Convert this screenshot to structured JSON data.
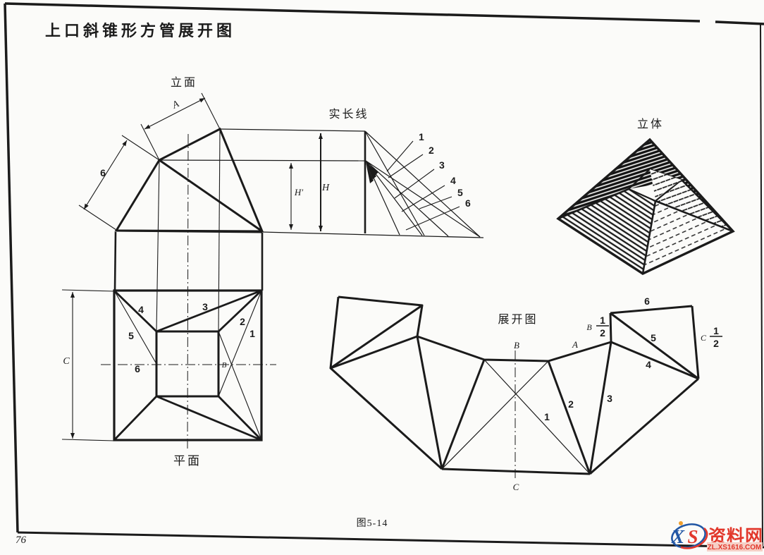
{
  "page": {
    "title": "上口斜锥形方管展开图",
    "page_number": "76",
    "figure_caption": "图5-14"
  },
  "front_view": {
    "label": "立面",
    "dim_top_edge": "A",
    "dim_left_edge": "6",
    "dim_h_prime": "H′",
    "dim_h": "H"
  },
  "true_length": {
    "label": "实长线",
    "numbers": [
      "1",
      "2",
      "3",
      "4",
      "5",
      "6"
    ]
  },
  "solid_view": {
    "label": "立体"
  },
  "plan_view": {
    "label": "平面",
    "dim_c": "C",
    "point_b": "B",
    "numbers": [
      "1",
      "2",
      "3",
      "4",
      "5",
      "6"
    ]
  },
  "development": {
    "label": "展开图",
    "point_a": "A",
    "point_b": "B",
    "point_c": "C",
    "numbers": [
      "1",
      "2",
      "3",
      "4",
      "5",
      "6"
    ],
    "edge_b_half": {
      "letter": "B",
      "numerator": "1",
      "denominator": "2"
    },
    "edge_c_half": {
      "letter": "C",
      "numerator": "1",
      "denominator": "2"
    }
  },
  "watermark": {
    "logo_x": "X",
    "logo_s": "S",
    "site_name": "资料网",
    "site_url": "ZL.XS1616.COM"
  },
  "colors": {
    "ink": "#1b1b1b",
    "watermark_red": "#e2382c",
    "watermark_blue": "#2257a5",
    "watermark_band": "#f6cfc6",
    "watermark_orange": "#f09f2e"
  }
}
